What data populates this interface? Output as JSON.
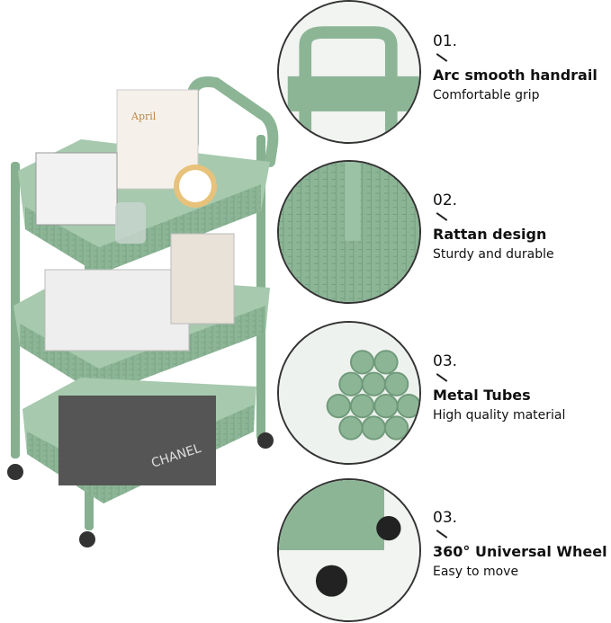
{
  "product": {
    "calendar_month": "April",
    "book_brand": "CHANEL",
    "color": "#8cb596"
  },
  "features": [
    {
      "number": "01.",
      "title": "Arc smooth handrail",
      "subtitle": "Comfortable grip",
      "icon": "handrail-closeup"
    },
    {
      "number": "02.",
      "title": "Rattan design",
      "subtitle": "Sturdy and durable",
      "icon": "rattan-closeup"
    },
    {
      "number": "03.",
      "title": "Metal Tubes",
      "subtitle": "High quality material",
      "icon": "tubes-closeup"
    },
    {
      "number": "03.",
      "title": "360° Universal Wheel",
      "subtitle": "Easy to move",
      "icon": "wheel-closeup"
    }
  ]
}
